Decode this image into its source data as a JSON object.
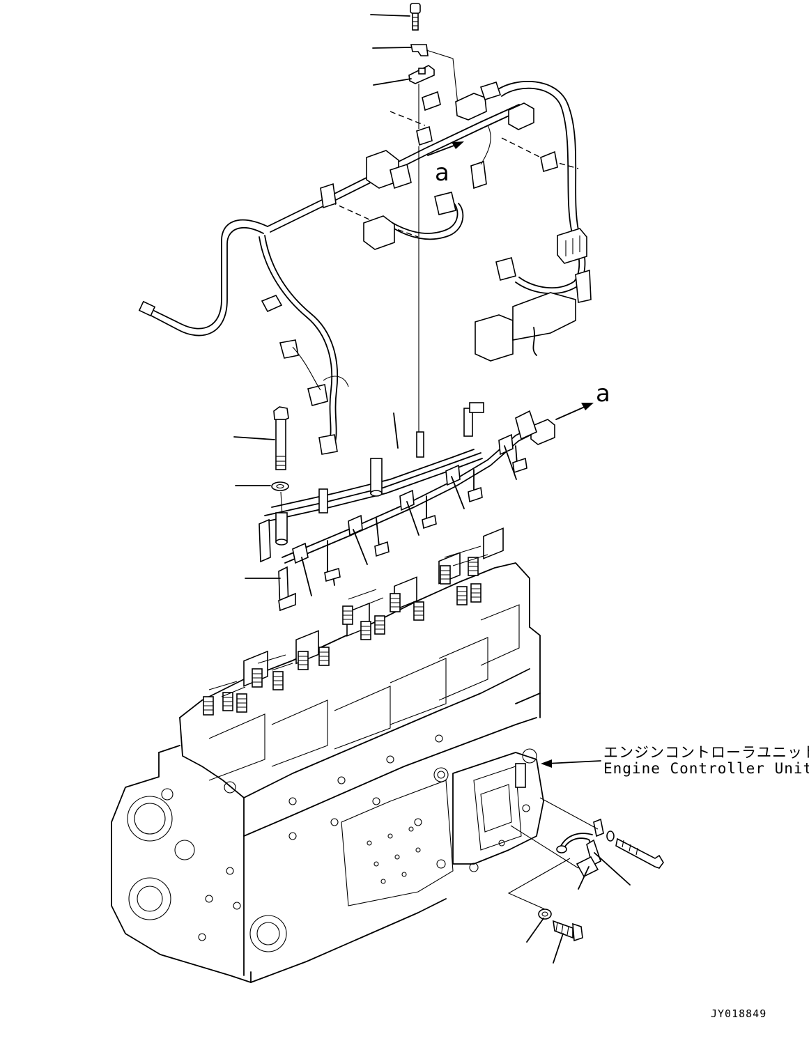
{
  "diagram": {
    "reference_marks": [
      "a",
      "a"
    ],
    "callout": {
      "label_ja": "エンジンコントローラユニット",
      "label_en": "Engine Controller Unit"
    },
    "drawing_code": "JY018849",
    "parts": [
      "bolt-top",
      "clip",
      "bracket-top",
      "wiring-harness-upper",
      "long-bolt",
      "washer",
      "injector-harness",
      "cylinder-head-engine-block",
      "ground-cable",
      "washer-lower",
      "bolt-lower",
      "bolt-right",
      "washer-right"
    ]
  }
}
